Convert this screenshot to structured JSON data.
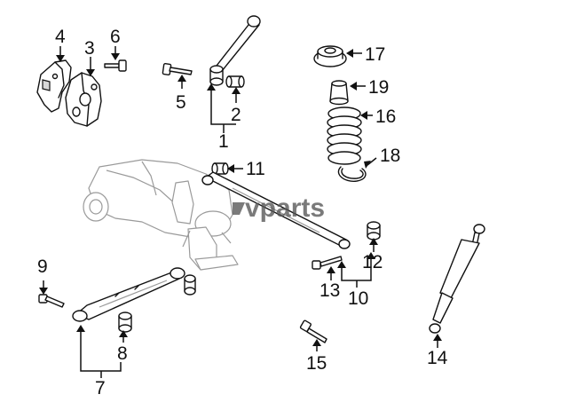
{
  "watermark": "vparts",
  "colors": {
    "line": "#111111",
    "background": "#ffffff",
    "ghost_axle": "#9a9a9a",
    "watermark": "#555555"
  },
  "callouts": {
    "c1": "1",
    "c2": "2",
    "c3": "3",
    "c4": "4",
    "c5": "5",
    "c6": "6",
    "c7": "7",
    "c8": "8",
    "c9": "9",
    "c10": "10",
    "c11": "11",
    "c12": "12",
    "c13": "13",
    "c14": "14",
    "c15": "15",
    "c16": "16",
    "c17": "17",
    "c18": "18",
    "c19": "19"
  }
}
